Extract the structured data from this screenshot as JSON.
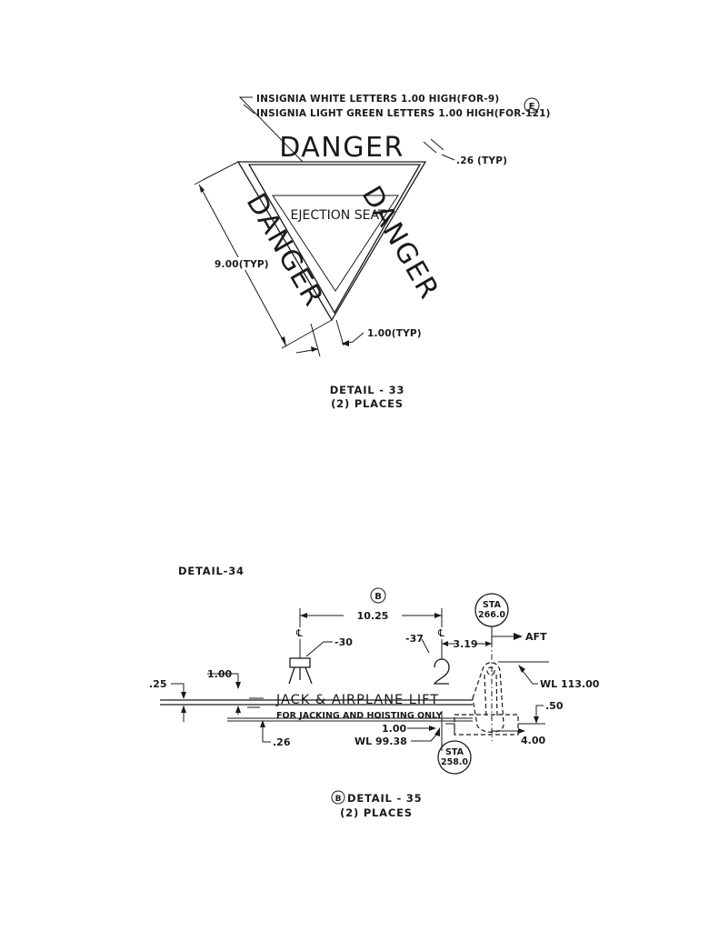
{
  "detail33": {
    "note_white": "INSIGNIA WHITE LETTERS 1.00 HIGH(FOR-9)",
    "note_green": "INSIGNIA LIGHT GREEN LETTERS 1.00 HIGH(FOR-121)",
    "note_symbol": "E",
    "danger_top": "DANGER",
    "danger_left": "DANGER",
    "danger_right": "DANGER",
    "center_text": "EJECTION SEAT",
    "dim_border": ".26 (TYP)",
    "dim_side": "9.00(TYP)",
    "dim_band": "1.00(TYP)",
    "caption_title": "DETAIL - 33",
    "caption_places": "(2) PLACES"
  },
  "detail34": {
    "label": "DETAIL-34"
  },
  "detail35": {
    "symbol": "B",
    "dim_span": "10.25",
    "part_30": "-30",
    "part_37": "-37",
    "dim_319": "3.19",
    "sta_top_label": "STA",
    "sta_top_value": "266.0",
    "aft_label": "AFT",
    "wl_upper": "WL 113.00",
    "dim_100_left": "1.00",
    "dim_25": ".25",
    "title_text": "JACK & AIRPLANE LIFT",
    "sub_text": "FOR JACKING AND HOISTING ONLY",
    "dim_50": ".50",
    "dim_100_bottom": "1.00",
    "dim_400": "4.00",
    "wl_lower": "WL 99.38",
    "dim_26": ".26",
    "sta_bottom_label": "STA",
    "sta_bottom_value": "258.0",
    "caption_symbol": "B",
    "caption_title": "DETAIL - 35",
    "caption_places": "(2) PLACES"
  }
}
